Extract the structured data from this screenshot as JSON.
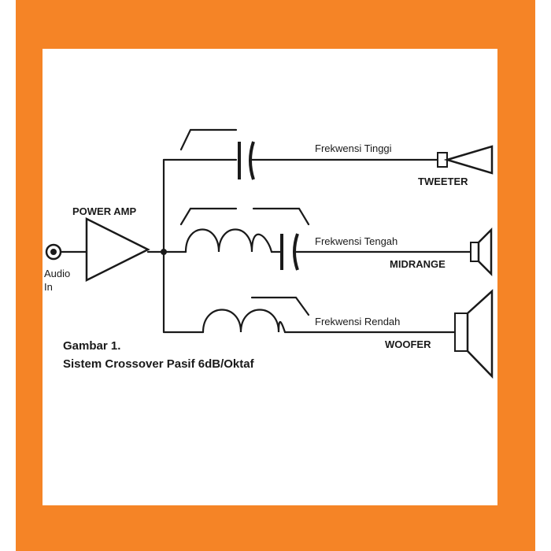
{
  "colors": {
    "frame": "#F58426",
    "panel": "#ffffff",
    "ink": "#1a1a1a"
  },
  "labels": {
    "power_amp": "POWER AMP",
    "audio": "Audio",
    "in": "In",
    "high": "Frekwensi Tinggi",
    "tweeter": "TWEETER",
    "mid": "Frekwensi Tengah",
    "midrange": "MIDRANGE",
    "low": "Frekwensi Rendah",
    "woofer": "WOOFER"
  },
  "caption": {
    "line1": "Gambar 1.",
    "line2": "Sistem Crossover Pasif 6dB/Oktaf"
  }
}
